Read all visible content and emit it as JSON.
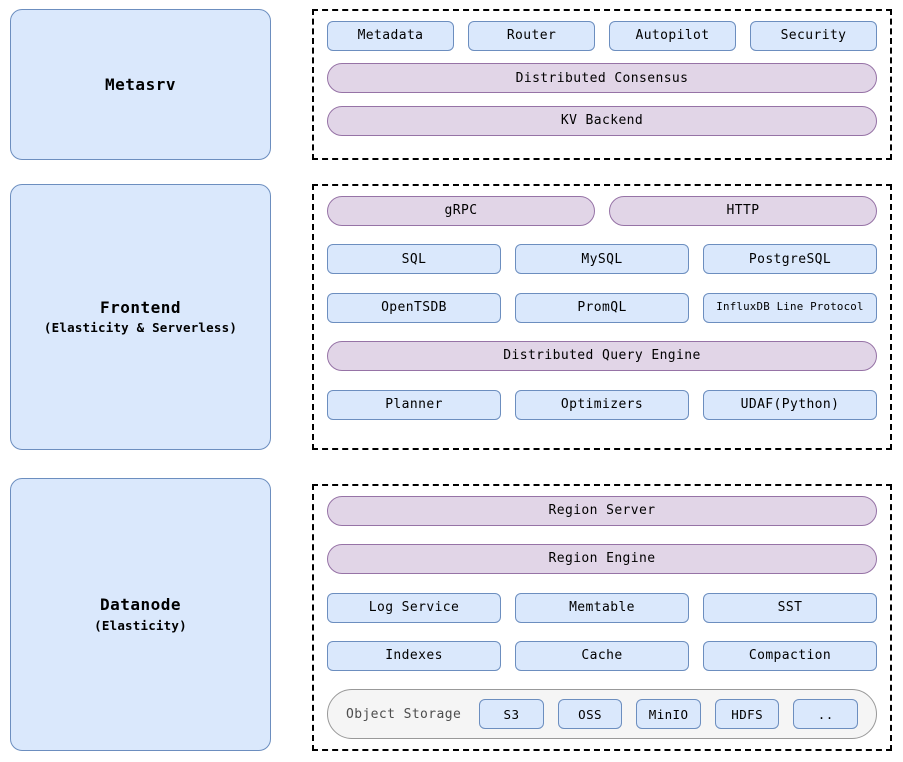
{
  "components": [
    {
      "id": "metasrv",
      "title": "Metasrv",
      "subtitle": ""
    },
    {
      "id": "frontend",
      "title": "Frontend",
      "subtitle": "(Elasticity & Serverless)"
    },
    {
      "id": "datanode",
      "title": "Datanode",
      "subtitle": "(Elasticity)"
    }
  ],
  "metasrv_panel": {
    "services": [
      {
        "label": "Metadata"
      },
      {
        "label": "Router"
      },
      {
        "label": "Autopilot"
      },
      {
        "label": "Security"
      }
    ],
    "layers": [
      {
        "label": "Distributed Consensus"
      },
      {
        "label": "KV Backend"
      }
    ]
  },
  "frontend_panel": {
    "protocols": [
      {
        "label": "gRPC"
      },
      {
        "label": "HTTP"
      }
    ],
    "interfaces_row1": [
      {
        "label": "SQL"
      },
      {
        "label": "MySQL"
      },
      {
        "label": "PostgreSQL"
      }
    ],
    "interfaces_row2": [
      {
        "label": "OpenTSDB"
      },
      {
        "label": "PromQL"
      },
      {
        "label": "InfluxDB Line Protocol",
        "small": true
      }
    ],
    "engine": {
      "label": "Distributed Query Engine"
    },
    "engine_parts": [
      {
        "label": "Planner"
      },
      {
        "label": "Optimizers"
      },
      {
        "label": "UDAF(Python)"
      }
    ]
  },
  "datanode_panel": {
    "layers": [
      {
        "label": "Region Server"
      },
      {
        "label": "Region Engine"
      }
    ],
    "modules_row1": [
      {
        "label": "Log Service"
      },
      {
        "label": "Memtable"
      },
      {
        "label": "SST"
      }
    ],
    "modules_row2": [
      {
        "label": "Indexes"
      },
      {
        "label": "Cache"
      },
      {
        "label": "Compaction"
      }
    ],
    "object_storage": {
      "label": "Object Storage",
      "backends": [
        {
          "label": "S3"
        },
        {
          "label": "OSS"
        },
        {
          "label": "MinIO"
        },
        {
          "label": "HDFS"
        },
        {
          "label": ".."
        }
      ]
    }
  },
  "colors": {
    "blue_fill": "#dae8fc",
    "blue_stroke": "#6c8ebf",
    "purple_fill": "#e1d5e7",
    "purple_stroke": "#9673a6",
    "gray_fill": "#f5f5f5",
    "gray_stroke": "#999999",
    "panel_border": "#000000"
  }
}
